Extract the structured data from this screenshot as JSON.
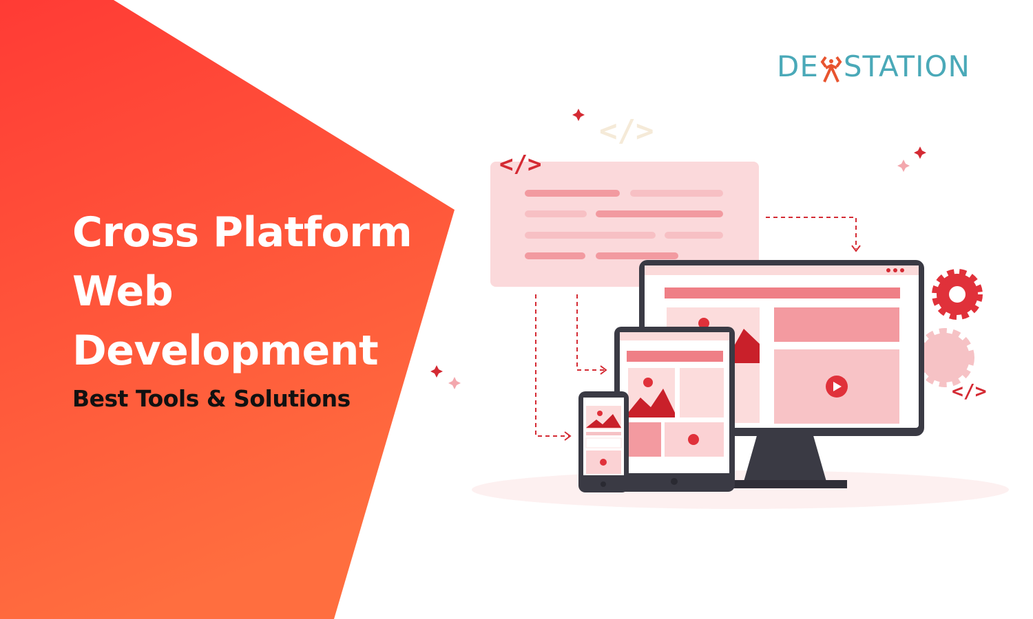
{
  "headline": {
    "line1": "Cross Platform",
    "line2": "Web",
    "line3": "Development",
    "subtitle": "Best Tools & Solutions"
  },
  "logo": {
    "text_before": "DE",
    "text_after": "STATION",
    "full": "DEVSTATION"
  },
  "illustration": {
    "code_tag": "</>"
  },
  "colors": {
    "banner_top": "#ff3b35",
    "banner_bottom": "#ff6e3f",
    "accent_red": "#e0313a",
    "logo_teal": "#4aa9b8",
    "device_dark": "#3a3a44"
  }
}
